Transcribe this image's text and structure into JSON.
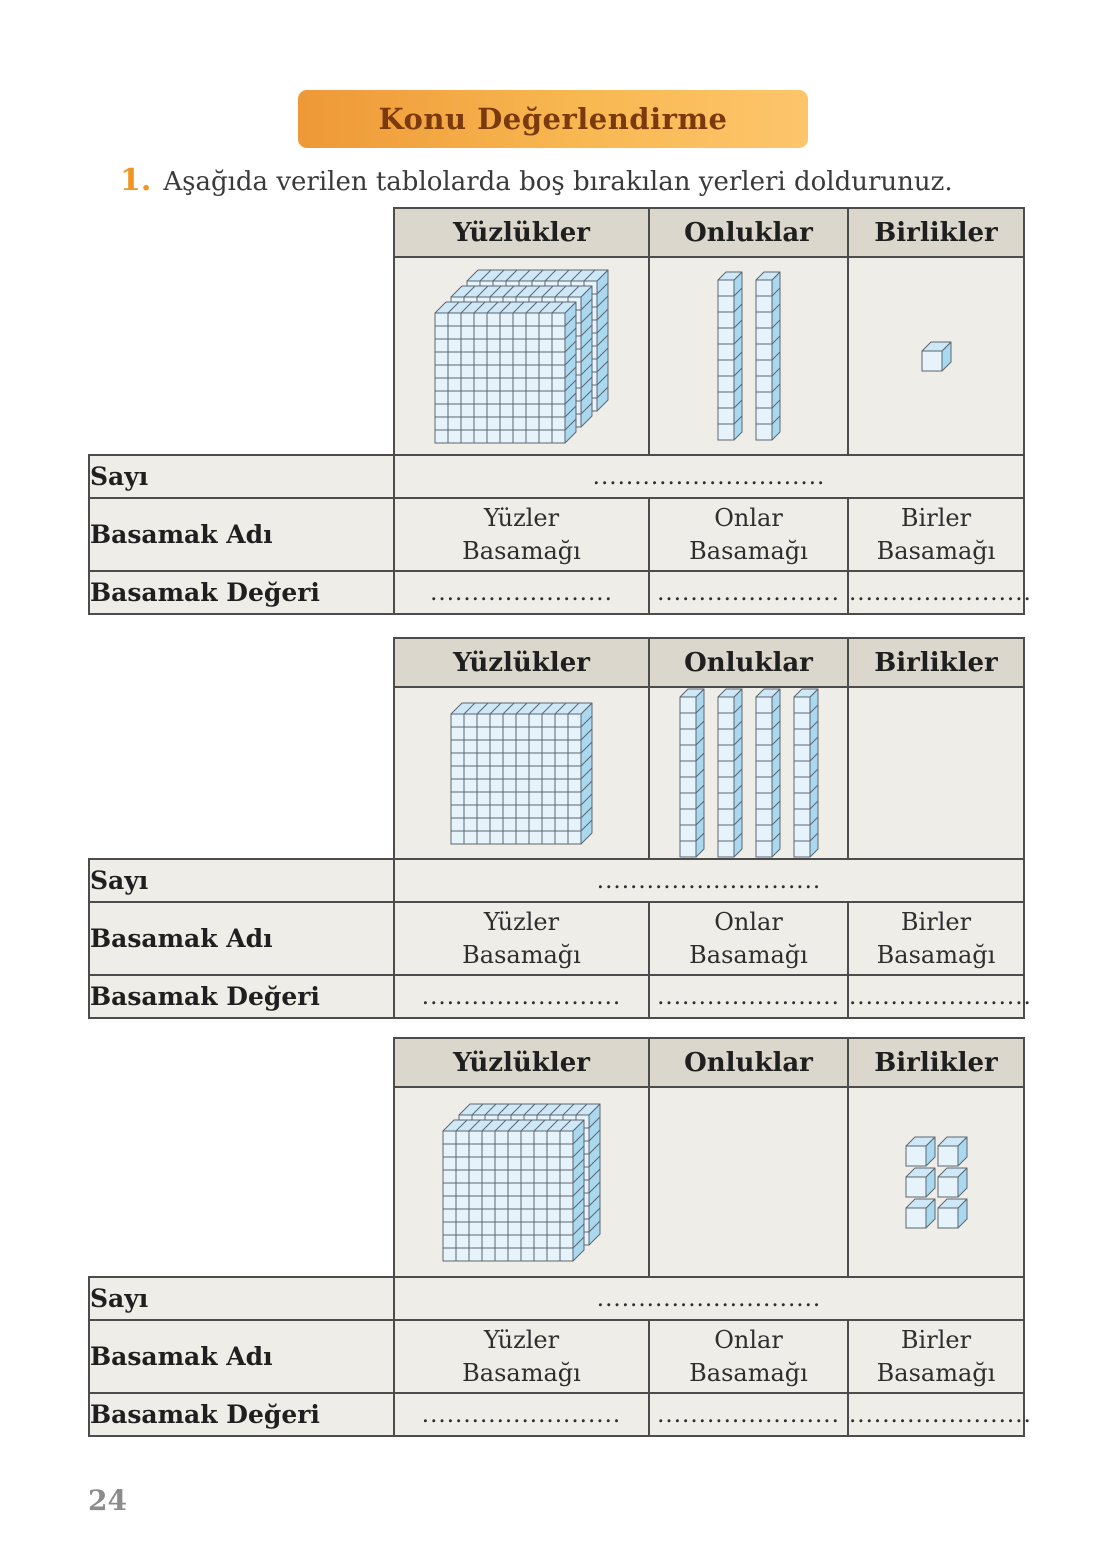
{
  "banner": {
    "title": "Konu Değerlendirme"
  },
  "question": {
    "number": "1.",
    "text": "Aşağıda verilen tablolarda boş bırakılan yerleri doldurunuz."
  },
  "page_number": "24",
  "colors": {
    "accent_orange": "#f09422",
    "banner_text": "#7b3a0e",
    "table_header_bg": "#dbd7cd",
    "cell_bg": "#efede8",
    "table_border": "#4c4c4c",
    "block_front": "#e7f3fb",
    "block_top": "#cfe8f7",
    "block_side": "#a9d8ef",
    "block_outline": "#5c6670"
  },
  "tables": [
    {
      "headers": {
        "hundreds": "Yüzlükler",
        "tens": "Onluklar",
        "ones": "Birlikler"
      },
      "blocks": {
        "hundreds": 3,
        "tens": 2,
        "ones": 1
      },
      "rows": {
        "sayi": {
          "label": "Sayı",
          "value": "............................"
        },
        "adi": {
          "label": "Basamak Adı",
          "hundreds": "Yüzler\nBasamağı",
          "tens": "Onlar\nBasamağı",
          "ones": "Birler\nBasamağı"
        },
        "degeri": {
          "label": "Basamak Değeri",
          "hundreds": "......................",
          "tens": "......................",
          "ones": "......................"
        }
      }
    },
    {
      "headers": {
        "hundreds": "Yüzlükler",
        "tens": "Onluklar",
        "ones": "Birlikler"
      },
      "blocks": {
        "hundreds": 1,
        "tens": 4,
        "ones": 0
      },
      "rows": {
        "sayi": {
          "label": "Sayı",
          "value": "..........................."
        },
        "adi": {
          "label": "Basamak Adı",
          "hundreds": "Yüzler\nBasamağı",
          "tens": "Onlar\nBasamağı",
          "ones": "Birler\nBasamağı"
        },
        "degeri": {
          "label": "Basamak Değeri",
          "hundreds": "........................",
          "tens": "......................",
          "ones": "......................"
        }
      }
    },
    {
      "headers": {
        "hundreds": "Yüzlükler",
        "tens": "Onluklar",
        "ones": "Birlikler"
      },
      "blocks": {
        "hundreds": 2,
        "tens": 0,
        "ones": 6
      },
      "rows": {
        "sayi": {
          "label": "Sayı",
          "value": "..........................."
        },
        "adi": {
          "label": "Basamak Adı",
          "hundreds": "Yüzler\nBasamağı",
          "tens": "Onlar\nBasamağı",
          "ones": "Birler\nBasamağı"
        },
        "degeri": {
          "label": "Basamak Değeri",
          "hundreds": "........................",
          "tens": "......................",
          "ones": "......................"
        }
      }
    }
  ]
}
